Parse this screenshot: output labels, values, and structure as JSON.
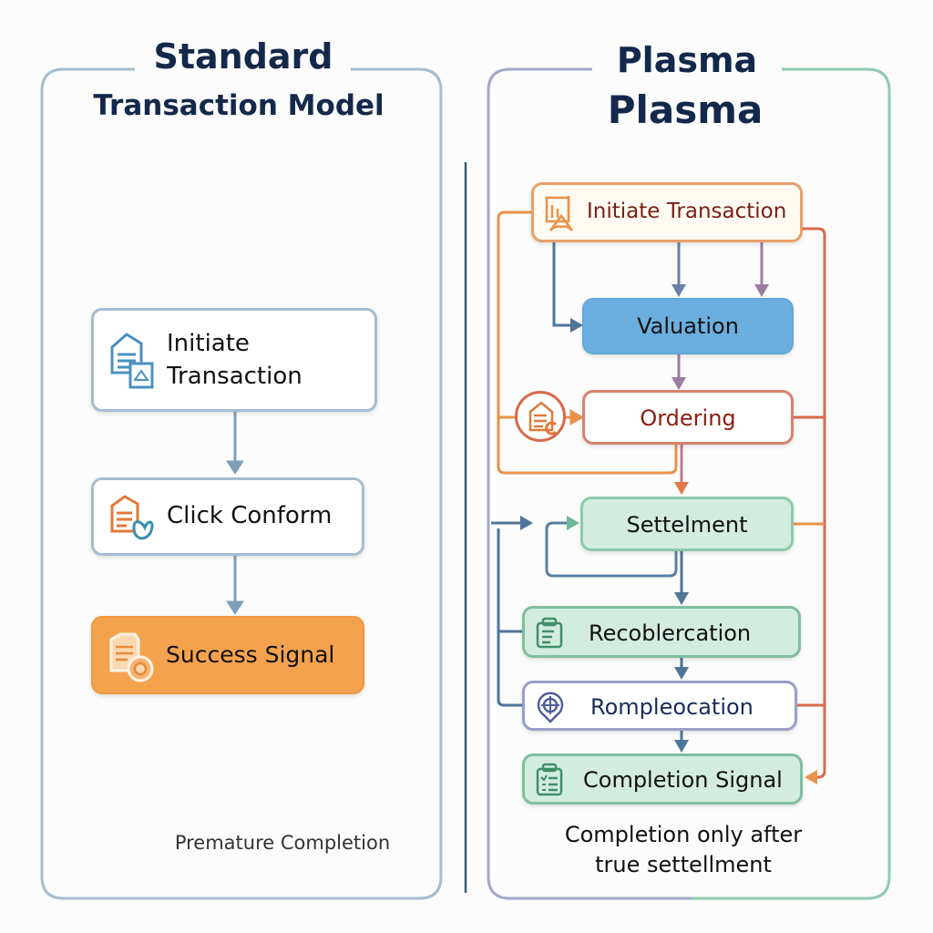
{
  "left_panel": {
    "title_line1": "Standard",
    "title_line2": "Transaction Model",
    "steps": [
      {
        "label_line1": "Initiate",
        "label_line2": "Transaction",
        "icon": "document-icon"
      },
      {
        "label": "Click Conform",
        "icon": "document-heart-icon"
      },
      {
        "label": "Success Signal",
        "icon": "document-badge-icon"
      }
    ],
    "caption": "Premature Completion",
    "colors": {
      "border": "#a8bccf",
      "success_fill": "#f5a24f",
      "arrow": "#7f9fbb"
    }
  },
  "right_panel": {
    "title_line1": "Plasma",
    "title_line2": "Plasma",
    "steps": [
      {
        "label": "Initiate Transaction",
        "icon": "chart-document-icon"
      },
      {
        "label": "Valuation"
      },
      {
        "label": "Ordering",
        "icon": "document-house-icon"
      },
      {
        "label": "Settelment"
      },
      {
        "label": "Recoblercation",
        "icon": "clipboard-icon"
      },
      {
        "label": "Rompleocation",
        "icon": "globe-pin-icon"
      },
      {
        "label": "Completion Signal",
        "icon": "checklist-icon"
      }
    ],
    "caption_line1": "Completion only after",
    "caption_line2": "true settellment",
    "colors": {
      "border_left": "#a5a8cb",
      "border_right": "#8ecbb2",
      "orange": "#e8924a",
      "red": "#d9694a",
      "blue": "#5a7fa3",
      "purple": "#9d7ba3",
      "valuation_fill": "#6aafdf",
      "green_fill": "#d3ece0",
      "green_border": "#7fbf9f"
    }
  }
}
